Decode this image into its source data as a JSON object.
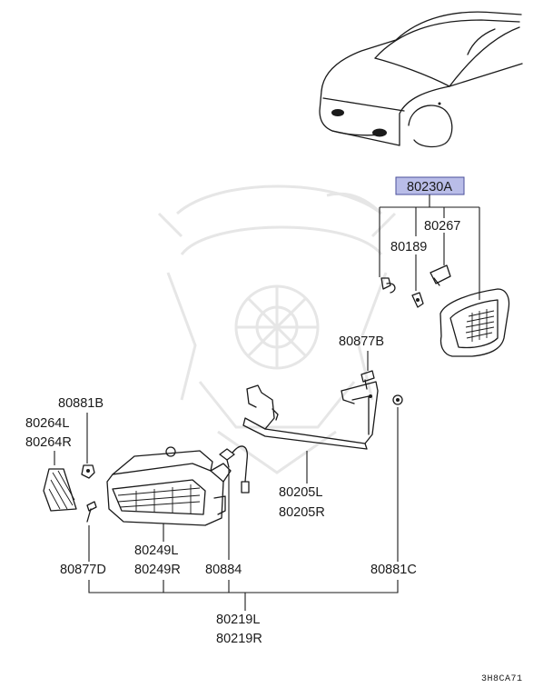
{
  "diagram": {
    "parts": {
      "headlight_assembly": "80230A",
      "bulb": "80267",
      "clip": "80189",
      "bolt_upper": "80877B",
      "nut_left": "80881B",
      "lens_left": "80264L",
      "lens_right": "80264R",
      "bracket_left": "80205L",
      "bracket_right": "80205R",
      "lamp_left": "80249L",
      "lamp_right": "80249R",
      "screw_lower": "80877D",
      "socket": "80884",
      "nut_right": "80881C",
      "set_left": "80219L",
      "set_right": "80219R"
    },
    "diagram_code": "3H8CA71",
    "colors": {
      "highlight_fill": "#b9bde8",
      "highlight_stroke": "#4a4f9a",
      "line": "#1a1a1a"
    }
  }
}
